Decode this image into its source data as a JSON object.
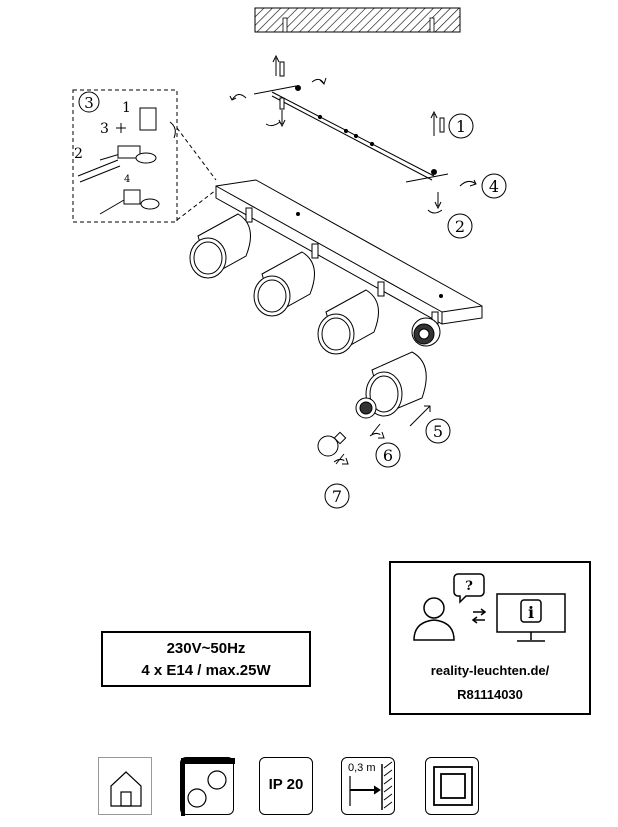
{
  "steps": [
    "1",
    "2",
    "3",
    "4",
    "5",
    "6",
    "7"
  ],
  "detail_steps": [
    "1",
    "2",
    "3",
    "4"
  ],
  "specs": {
    "voltage": "230V~50Hz",
    "bulbs": "4 x E14 / max.25W"
  },
  "info": {
    "question_mark": "?",
    "i_symbol": "i",
    "url": "reality-leuchten.de/",
    "article": "R81114030"
  },
  "icons": {
    "ip_rating": "IP 20",
    "distance": "0,3 m"
  }
}
